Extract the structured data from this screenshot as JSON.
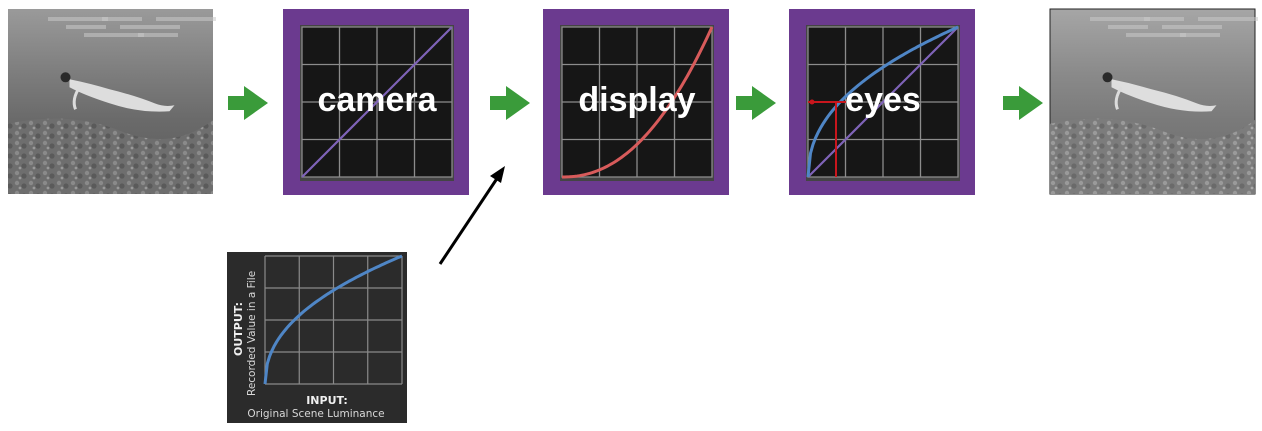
{
  "stages": [
    {
      "label": "camera",
      "curve": "linear"
    },
    {
      "label": "display",
      "curve": "gamma"
    },
    {
      "label": "eyes",
      "curve": "log"
    }
  ],
  "colors": {
    "frame": "#6b3a8f",
    "plot_bg": "#161616",
    "grid": "#8c8c8c",
    "diagonal": "#7f63b8",
    "display_curve": "#d85b5b",
    "eyes_curve": "#4f86c6",
    "marker": "#c8161d",
    "arrow": "#3a9b3a"
  },
  "inset": {
    "ylabel_title": "OUTPUT:",
    "ylabel_sub": "Recorded Value in a File",
    "xlabel_title": "INPUT:",
    "xlabel_sub": "Original Scene Luminance",
    "curve_color": "#4f86c6"
  },
  "images": {
    "input_photo": "underwater-woman-photo",
    "output_photo": "underwater-woman-photo-output"
  }
}
